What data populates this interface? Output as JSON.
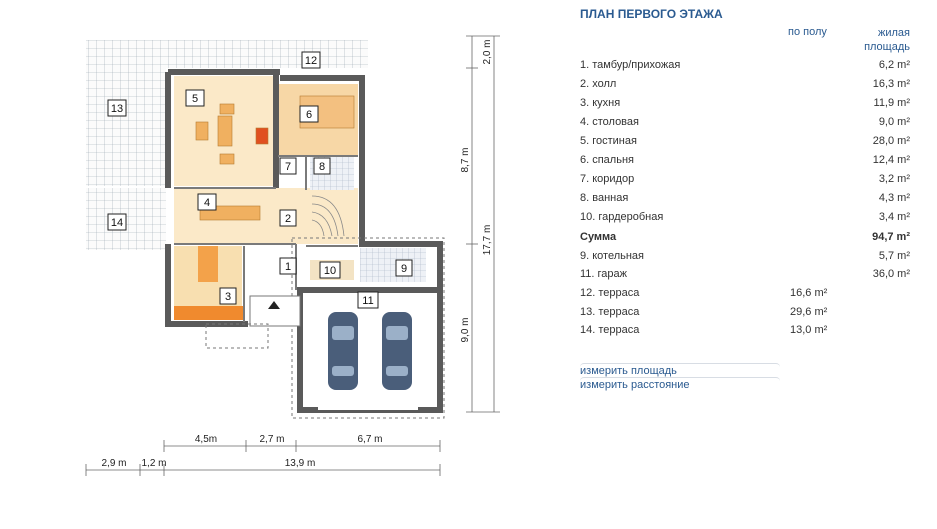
{
  "panel": {
    "title": "ПЛАН ПЕРВОГО ЭТАЖА",
    "col_floor": "по полу",
    "col_living_line1": "жилая",
    "col_living_line2": "площадь",
    "rows": [
      {
        "label": "1. тамбур/прихожая",
        "floor": "",
        "living": "6,2 m²"
      },
      {
        "label": "2. холл",
        "floor": "",
        "living": "16,3 m²"
      },
      {
        "label": "3. кухня",
        "floor": "",
        "living": "11,9 m²"
      },
      {
        "label": "4. столовая",
        "floor": "",
        "living": "9,0 m²"
      },
      {
        "label": "5. гостиная",
        "floor": "",
        "living": "28,0 m²"
      },
      {
        "label": "6. спальня",
        "floor": "",
        "living": "12,4 m²"
      },
      {
        "label": "7. коридор",
        "floor": "",
        "living": "3,2 m²"
      },
      {
        "label": "8. ванная",
        "floor": "",
        "living": "4,3 m²"
      },
      {
        "label": "10. гардеробная",
        "floor": "",
        "living": "3,4 m²"
      },
      {
        "label": "Сумма",
        "floor": "",
        "living": "94,7 m²",
        "bold": true
      },
      {
        "label": "9. котельная",
        "floor": "",
        "living": "5,7 m²"
      },
      {
        "label": "11. гараж",
        "floor": "",
        "living": "36,0 m²"
      },
      {
        "label": "12. терраса",
        "floor": "16,6 m²",
        "living": ""
      },
      {
        "label": "13. терраса",
        "floor": "29,6 m²",
        "living": ""
      },
      {
        "label": "14. терраса",
        "floor": "13,0 m²",
        "living": ""
      }
    ],
    "link_area": "измерить площадь",
    "link_distance": "измерить расстояние"
  },
  "plan": {
    "room_numbers": [
      "1",
      "2",
      "3",
      "4",
      "5",
      "6",
      "7",
      "8",
      "9",
      "10",
      "11",
      "12",
      "13",
      "14"
    ],
    "dim_right": [
      "2,0 m",
      "8,7 m",
      "17,7 m",
      "9,0 m"
    ],
    "dim_bottom_row1": [
      "4,5m",
      "2,7 m",
      "6,7 m"
    ],
    "dim_bottom_row2": [
      "2,9 m",
      "1,2 m",
      "13,9 m"
    ]
  },
  "colors": {
    "wall": "#5a5a5a",
    "living": "#fbe9c8",
    "bedroom": "#f7d7a6",
    "kitchen": "#f3a24a",
    "accent_blue": "#2a5a90",
    "car": "#4a5e7a"
  }
}
